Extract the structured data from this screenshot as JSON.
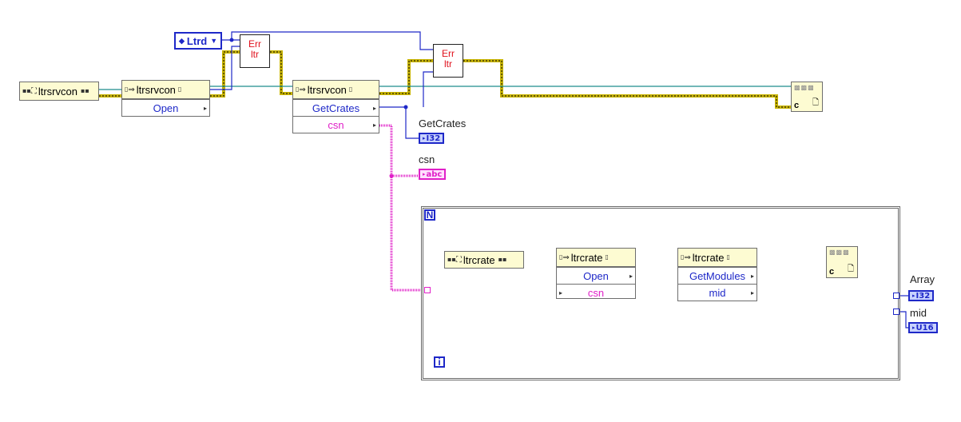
{
  "colors": {
    "error_wire": "#c8b400",
    "refnum_wire": "#1e8c8c",
    "int_wire": "#1e28c8",
    "string_wire": "#e020c8",
    "node_fill": "#fdfbd2"
  },
  "outer": {
    "ltrd_ring": "Ltrd",
    "ltrsrvcon_const": "ltrsrvcon",
    "open_node": {
      "class": "ltrsrvcon",
      "method": "Open"
    },
    "err_ltr_1": {
      "line1": "Err",
      "line2": "ltr"
    },
    "err_ltr_2": {
      "line1": "Err",
      "line2": "ltr"
    },
    "crates_node": {
      "class": "ltrsrvcon",
      "method1": "GetCrates",
      "method2": "csn"
    },
    "getcrates_label": "GetCrates",
    "getcrates_type": "I32",
    "csn_label": "csn",
    "csn_type": "abc",
    "close_symbol": "c"
  },
  "loop": {
    "count_terminal": "N",
    "iteration_terminal": "i",
    "ltrcrate_const": "ltrcrate",
    "crate_open_node": {
      "class": "ltrcrate",
      "method1": "Open",
      "method2": "csn"
    },
    "modules_node": {
      "class": "ltrcrate",
      "method1": "GetModules",
      "method2": "mid"
    },
    "close_symbol": "c"
  },
  "outputs": {
    "array_label": "Array",
    "array_type": "I32",
    "mid_label": "mid",
    "mid_type": "U16"
  }
}
